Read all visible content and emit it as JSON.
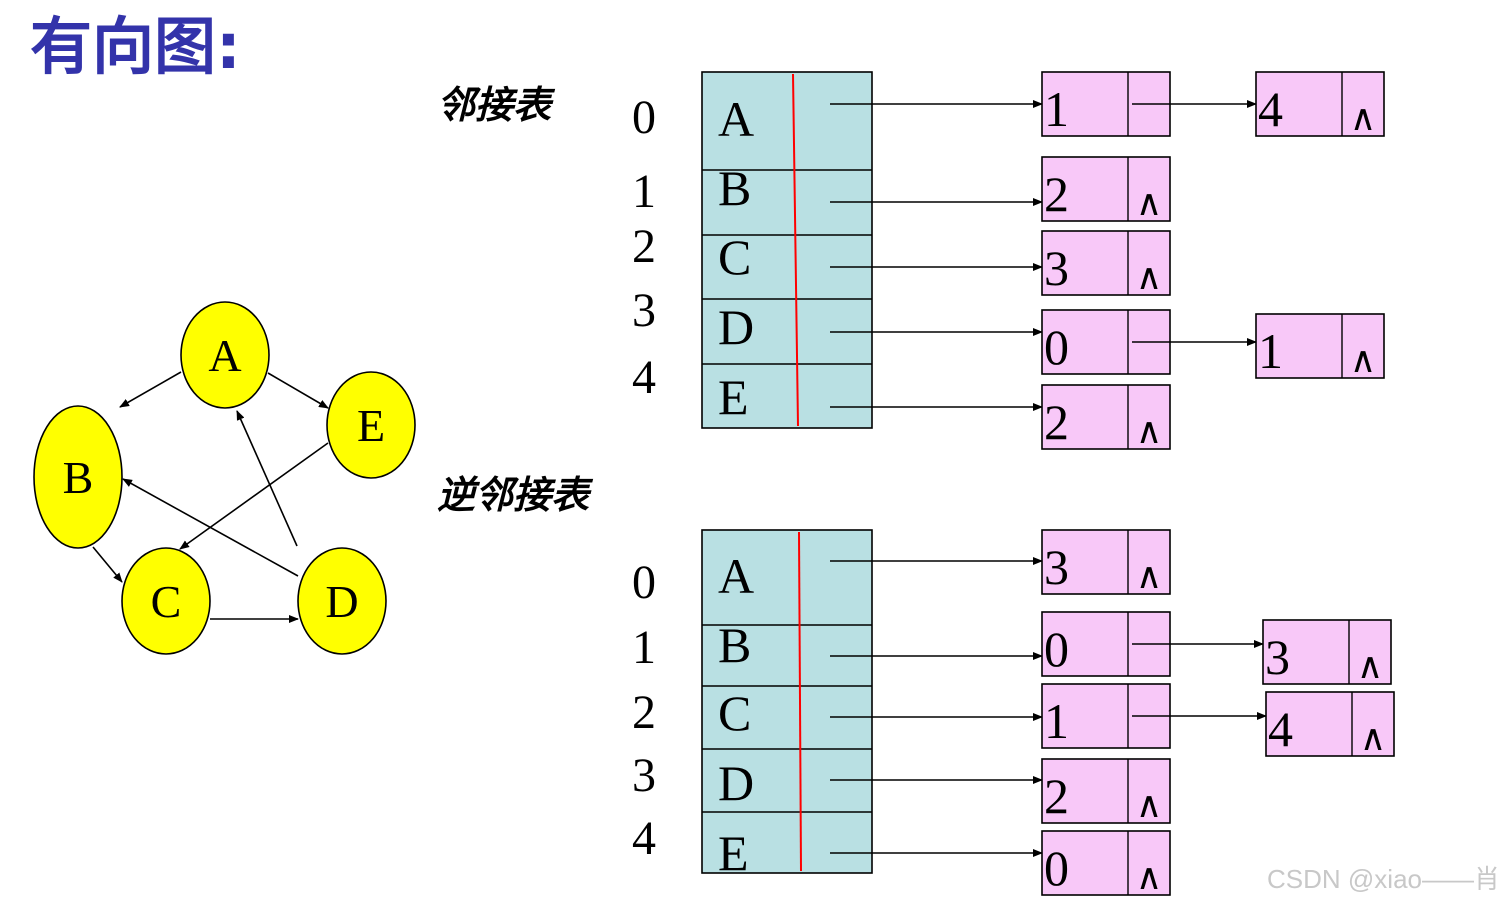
{
  "title": "有向图:",
  "watermark": "CSDN @xiao——肖",
  "colors": {
    "title": "#3333aa",
    "node_fill": "#ffff00",
    "table_fill": "#b9e0e3",
    "list_fill": "#f8c8f8",
    "divider": "#ff0000",
    "arrow": "#000000",
    "watermark": "#c8c8c8"
  },
  "graph": {
    "nodes": [
      "A",
      "B",
      "C",
      "D",
      "E"
    ],
    "edges": [
      [
        "A",
        "B"
      ],
      [
        "A",
        "E"
      ],
      [
        "B",
        "C"
      ],
      [
        "C",
        "D"
      ],
      [
        "D",
        "A"
      ],
      [
        "D",
        "B"
      ],
      [
        "E",
        "C"
      ]
    ]
  },
  "adjacency": {
    "label": "邻接表",
    "indices": [
      "0",
      "1",
      "2",
      "3",
      "4"
    ],
    "vertices": [
      "A",
      "B",
      "C",
      "D",
      "E"
    ],
    "lists": [
      [
        "1",
        "4"
      ],
      [
        "2"
      ],
      [
        "3"
      ],
      [
        "0",
        "1"
      ],
      [
        "2"
      ]
    ],
    "null_symbol": "∧"
  },
  "inverse": {
    "label": "逆邻接表",
    "indices": [
      "0",
      "1",
      "2",
      "3",
      "4"
    ],
    "vertices": [
      "A",
      "B",
      "C",
      "D",
      "E"
    ],
    "lists": [
      [
        "3"
      ],
      [
        "0",
        "3"
      ],
      [
        "1",
        "4"
      ],
      [
        "2"
      ],
      [
        "0"
      ]
    ],
    "null_symbol": "∧"
  }
}
